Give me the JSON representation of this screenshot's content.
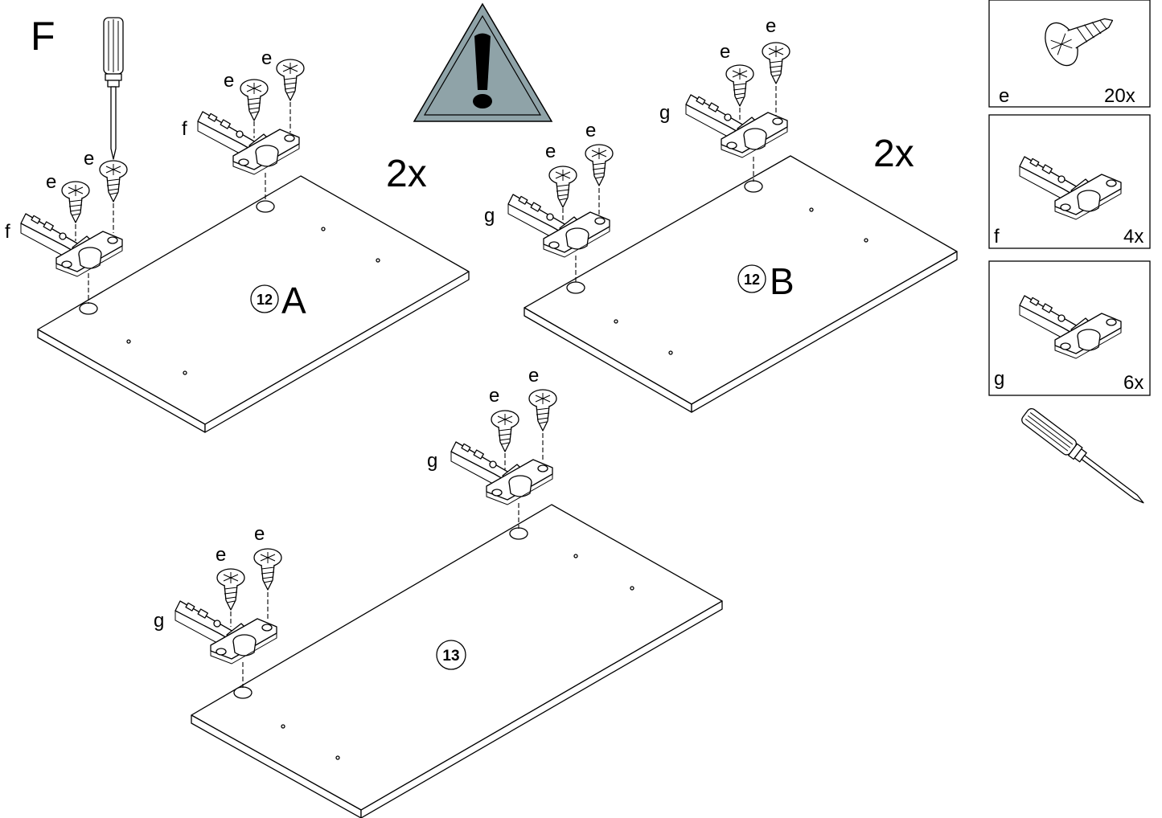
{
  "step_letter": "F",
  "warning": {
    "color": "#8fa3a8",
    "icon": "warning-exclamation-icon"
  },
  "repeat_a": "2x",
  "repeat_b": "2x",
  "panels": {
    "a": "A",
    "b": "B",
    "a_number": "12",
    "b_number": "12",
    "c_number": "13"
  },
  "part_labels": {
    "screw": "e",
    "hinge_f": "f",
    "hinge_g": "g"
  },
  "parts_legend": [
    {
      "label": "e",
      "qty": "20x",
      "icon": "screw-icon"
    },
    {
      "label": "f",
      "qty": "4x",
      "icon": "hinge-icon"
    },
    {
      "label": "g",
      "qty": "6x",
      "icon": "hinge-icon"
    }
  ],
  "tool": "screwdriver-icon"
}
